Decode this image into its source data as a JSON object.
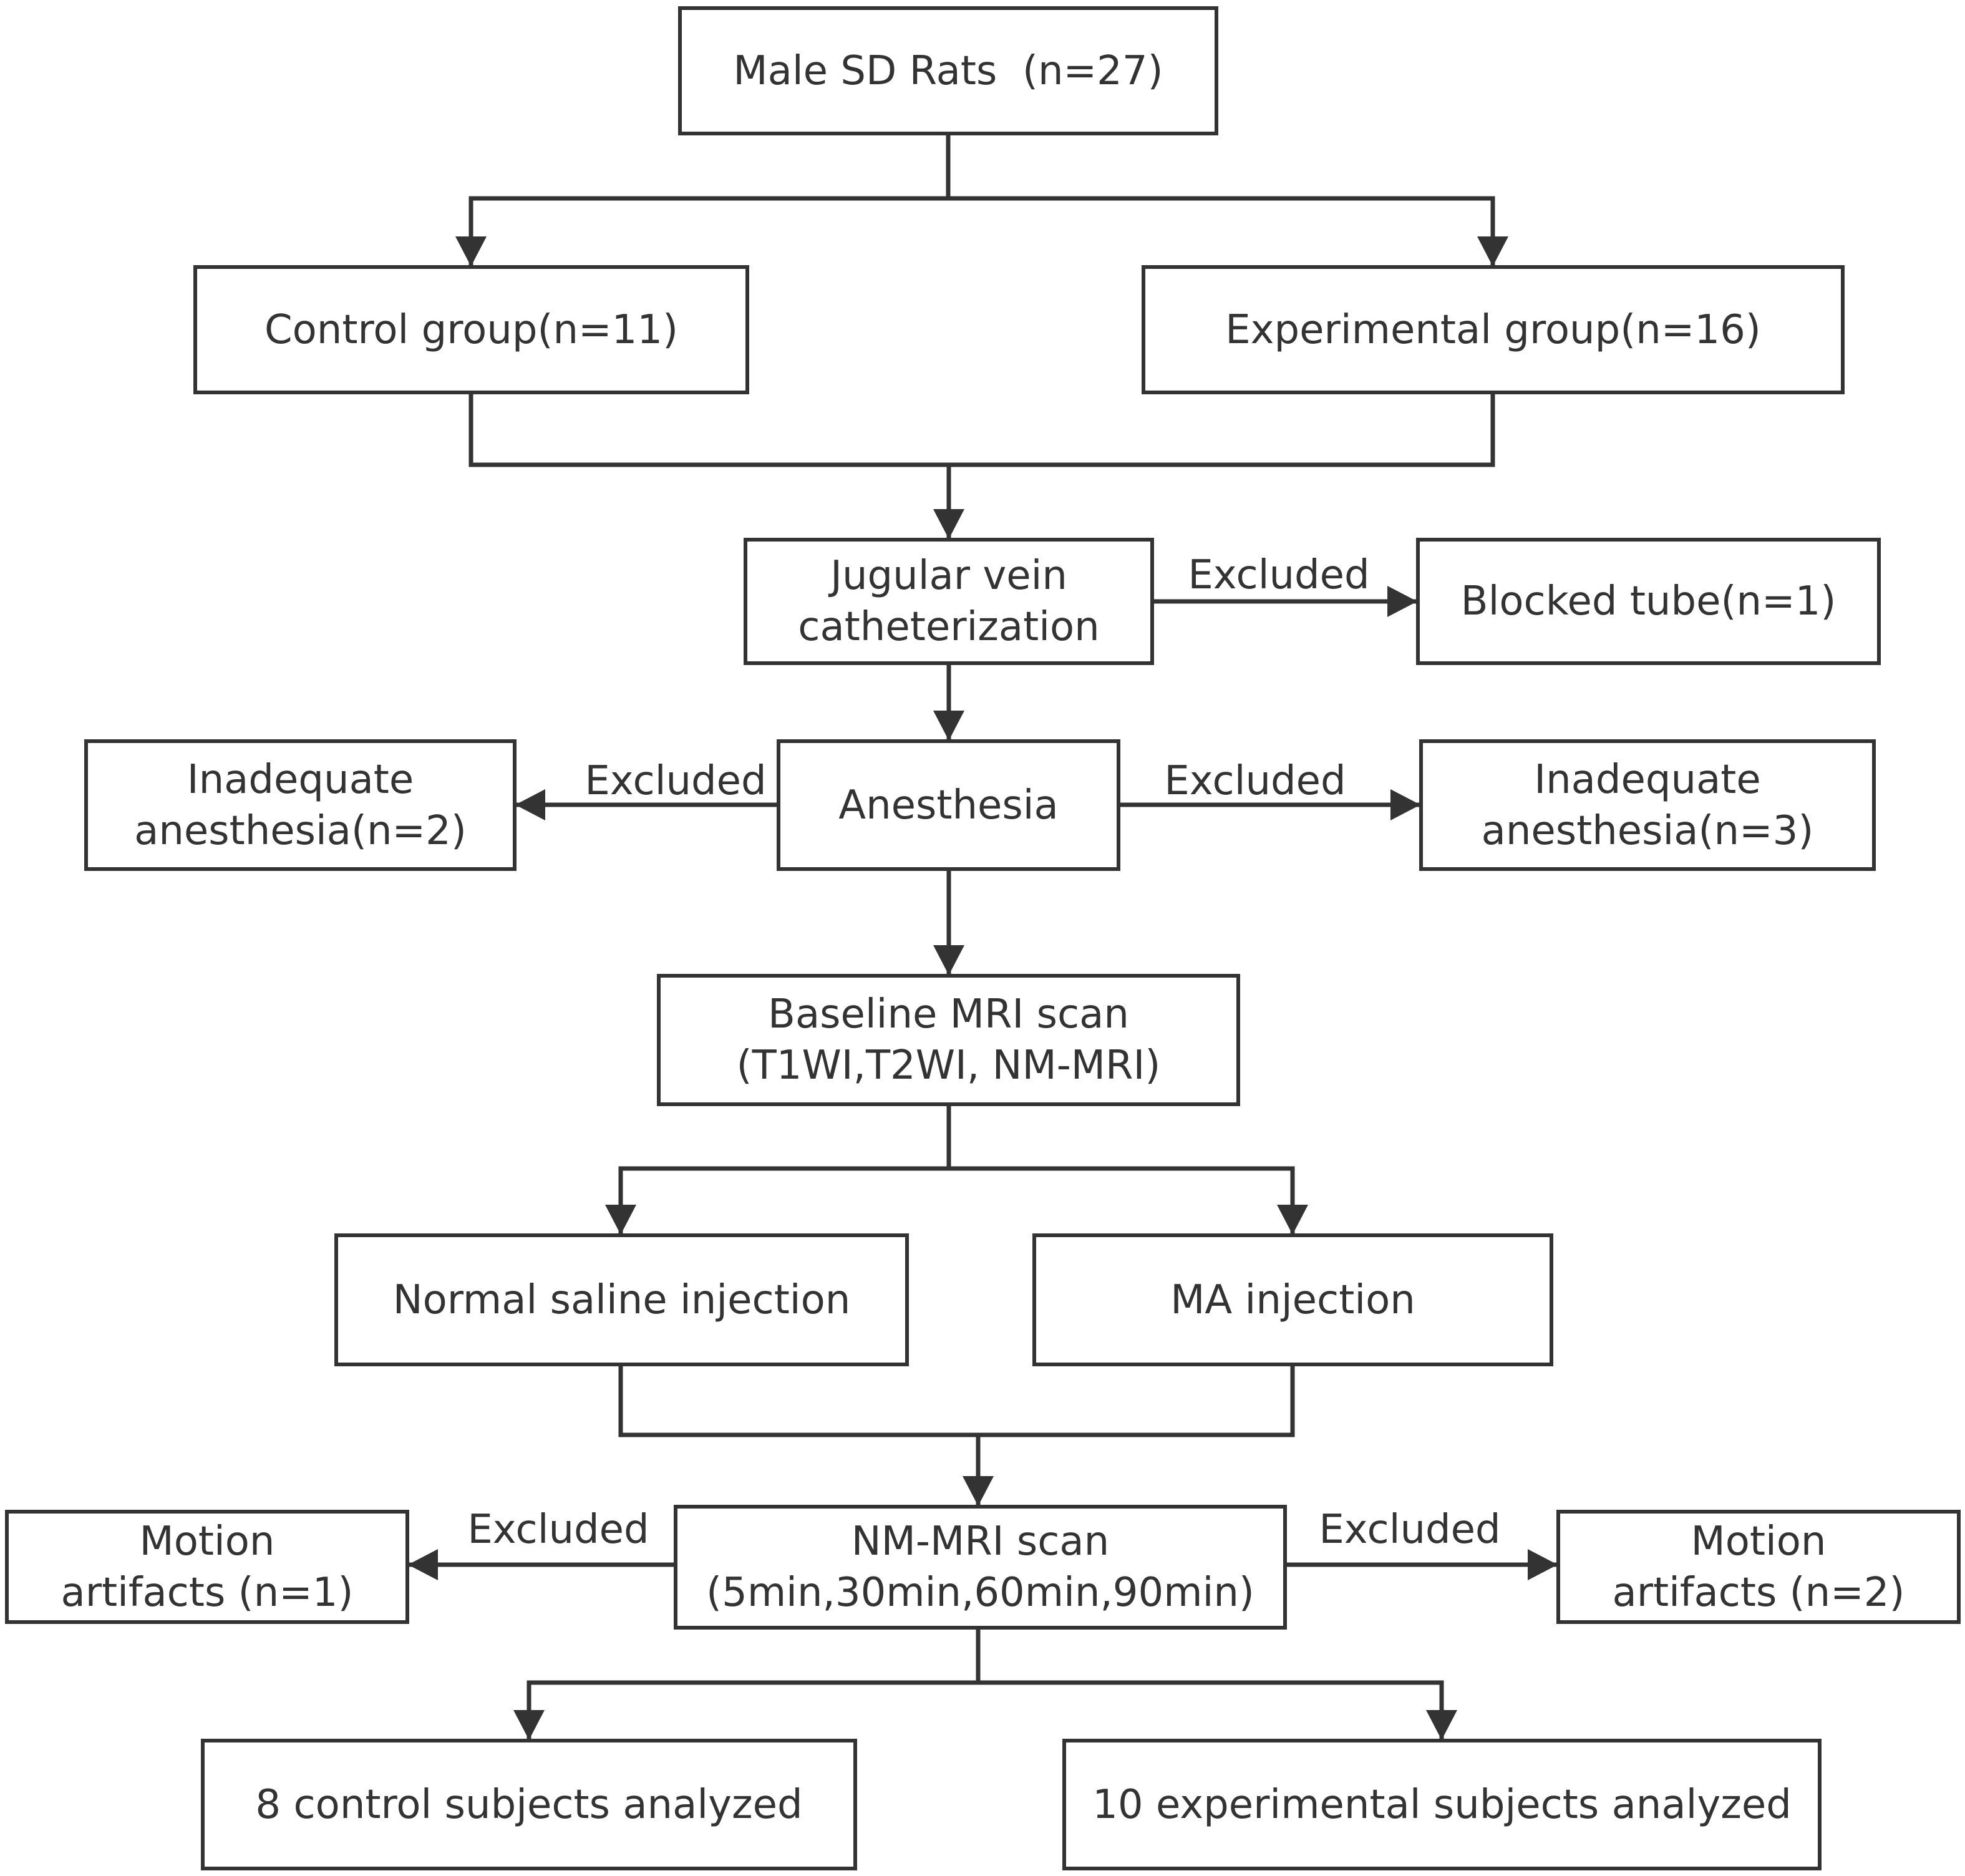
{
  "diagram": {
    "nodes": {
      "rats": {
        "lines": [
          "Male SD Rats  (n=27)"
        ]
      },
      "control": {
        "lines": [
          "Control group(n=11)"
        ]
      },
      "experimental": {
        "lines": [
          "Experimental group(n=16)"
        ]
      },
      "catheter": {
        "lines": [
          "Jugular vein",
          "catheterization"
        ]
      },
      "blocked": {
        "lines": [
          "Blocked tube(n=1)"
        ]
      },
      "anesthesia": {
        "lines": [
          "Anesthesia"
        ]
      },
      "inadequate_left": {
        "lines": [
          "Inadequate",
          "anesthesia(n=2)"
        ]
      },
      "inadequate_right": {
        "lines": [
          "Inadequate",
          "anesthesia(n=3)"
        ]
      },
      "baseline": {
        "lines": [
          "Baseline MRI scan",
          "(T1WI,T2WI, NM-MRI)"
        ]
      },
      "saline": {
        "lines": [
          "Normal saline injection"
        ]
      },
      "ma": {
        "lines": [
          "MA injection"
        ]
      },
      "nmmri": {
        "lines": [
          "NM-MRI scan",
          "(5min,30min,60min,90min)"
        ]
      },
      "motion_left": {
        "lines": [
          "Motion",
          "artifacts (n=1)"
        ]
      },
      "motion_right": {
        "lines": [
          "Motion",
          "artifacts (n=2)"
        ]
      },
      "analyzed_control": {
        "lines": [
          "8 control subjects analyzed"
        ]
      },
      "analyzed_experimental": {
        "lines": [
          "10 experimental subjects analyzed"
        ]
      }
    },
    "edge_labels": {
      "catheter_excluded": "Excluded",
      "anesthesia_excluded_left": "Excluded",
      "anesthesia_excluded_right": "Excluded",
      "nmmri_excluded_left": "Excluded",
      "nmmri_excluded_right": "Excluded"
    },
    "line_color": "#333333"
  }
}
